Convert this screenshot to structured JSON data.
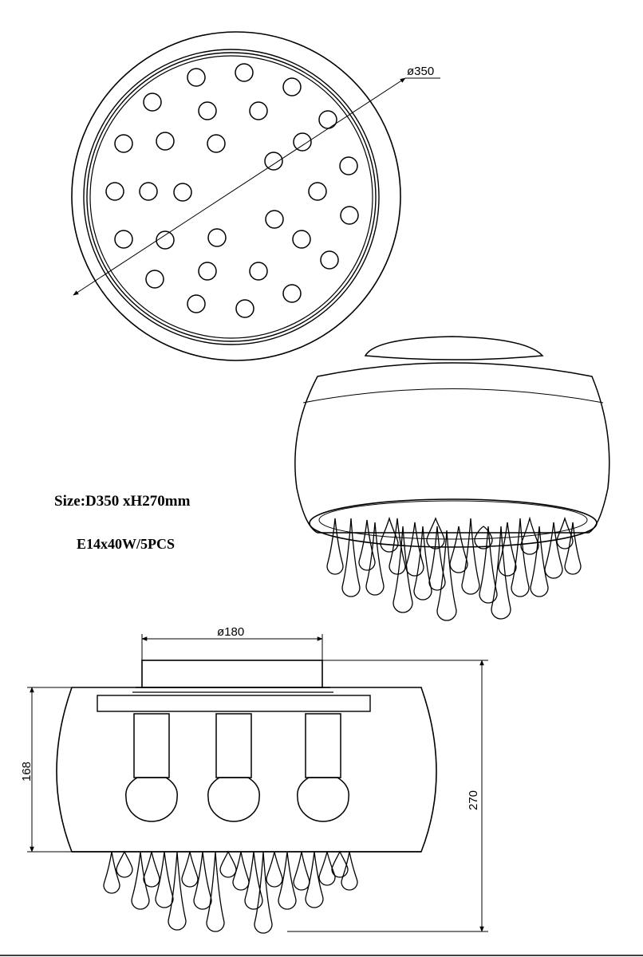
{
  "dimensions": {
    "top_diameter": "ø350",
    "canopy_diameter": "ø180",
    "body_height": "168",
    "total_height": "270"
  },
  "specs": {
    "size": "Size:D350 xH270mm",
    "lamps": "E14x40W/5PCS"
  },
  "colors": {
    "line": "#000000",
    "background": "#ffffff"
  }
}
